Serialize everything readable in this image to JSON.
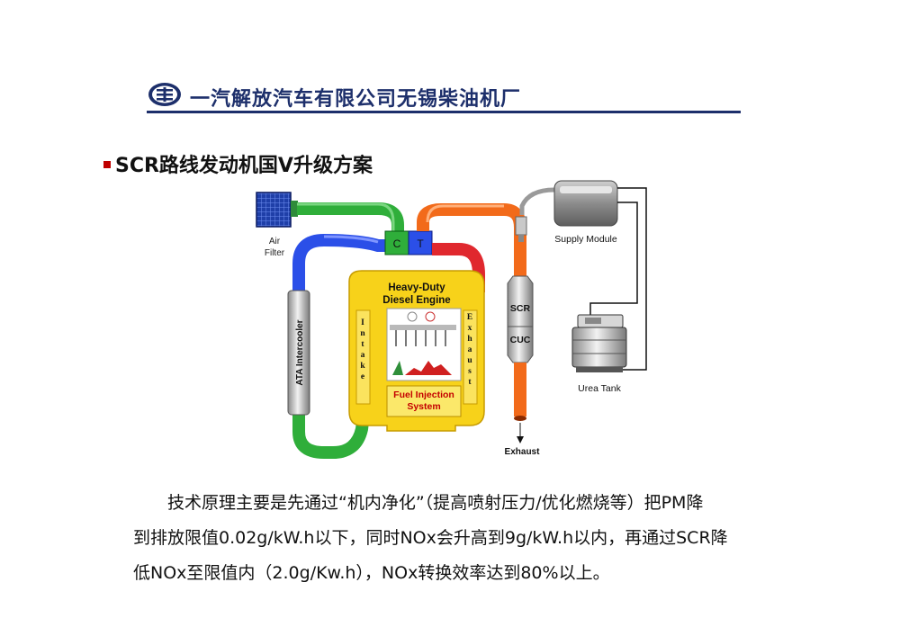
{
  "header": {
    "company": "一汽解放汽车有限公司无锡柴油机厂"
  },
  "title": "SCR路线发动机国Ⅴ升级方案",
  "diagram": {
    "air_filter": [
      "Air",
      "Filter"
    ],
    "intercooler": "ATA Intercooler",
    "compressor": "C",
    "turbine": "T",
    "engine": [
      "Heavy-Duty",
      "Diesel Engine"
    ],
    "intake": [
      "I",
      "n",
      "t",
      "a",
      "k",
      "e"
    ],
    "exhaust_side": [
      "E",
      "x",
      "h",
      "a",
      "u",
      "s",
      "t"
    ],
    "fuel_injection": [
      "Fuel Injection",
      "System"
    ],
    "scr": "SCR",
    "cuc": "CUC",
    "exhaust_out": "Exhaust",
    "supply_module": "Supply Module",
    "urea_tank": "Urea Tank"
  },
  "paragraph": {
    "line1": "技术原理主要是先通过“机内净化”（提高喷射压力/优化燃烧等）把PM降",
    "line2": "到排放限值0.02g/kW.h以下，同时NOx会升高到9g/kW.h以内，再通过SCR降",
    "line3": "低NOx至限值内（2.0g/Kw.h），NOx转换效率达到80%以上。"
  }
}
